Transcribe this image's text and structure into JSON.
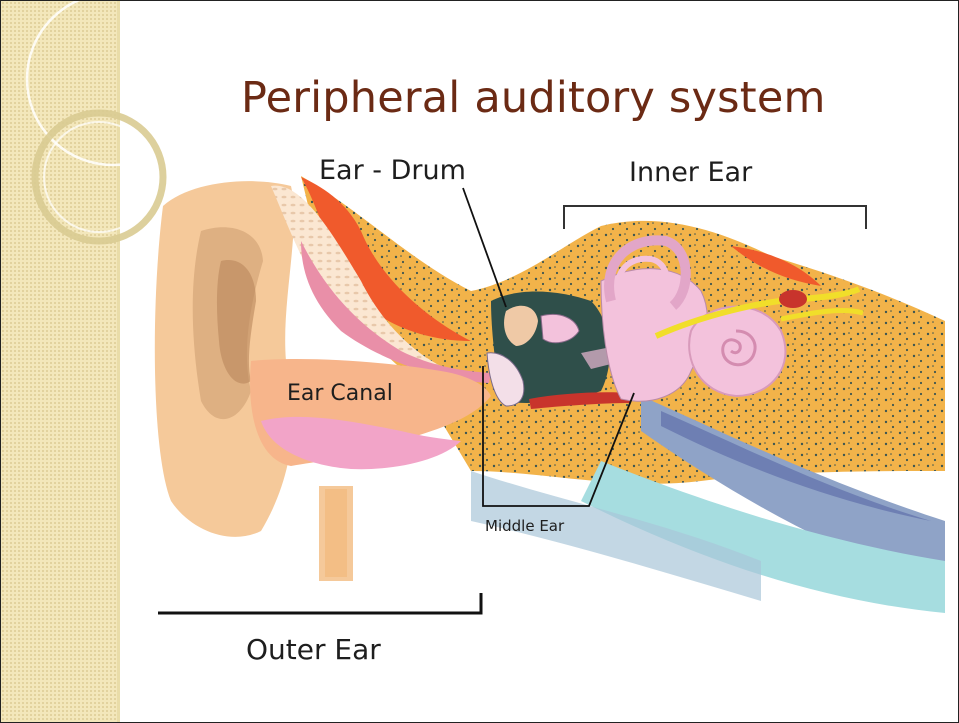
{
  "slide": {
    "title": "Peripheral auditory system"
  },
  "diagram": {
    "labels": {
      "ear_drum": "Ear - Drum",
      "inner_ear": "Inner Ear",
      "ear_canal": "Ear Canal",
      "middle_ear": "Middle Ear",
      "outer_ear": "Outer Ear"
    }
  },
  "colors": {
    "title": "#6b2a14",
    "side_band": "#f3e7bb",
    "skin": "#f5c99a",
    "bone": "#f2b34a",
    "canal_pink": "#f2a4c8",
    "cochlea": "#f3c2dc",
    "middle_cavity": "#2f4f4a",
    "nerve": "#f1de2a"
  }
}
